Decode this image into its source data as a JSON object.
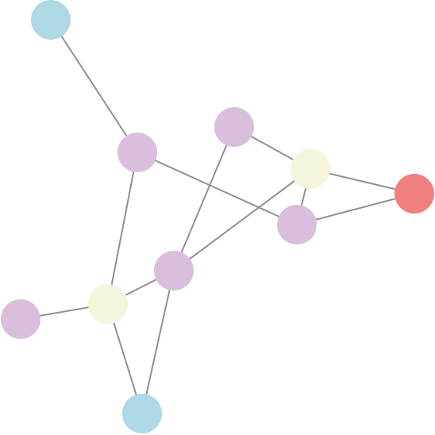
{
  "colors": {
    "edge": "#909090",
    "blue": "#aed8e6",
    "purple": "#d9bfdb",
    "cream": "#f5f5dc",
    "red": "#f08080",
    "background": "#ffffff"
  },
  "nodes": [
    {
      "id": "n1",
      "color": "blue"
    },
    {
      "id": "n2",
      "color": "purple"
    },
    {
      "id": "n3",
      "color": "purple"
    },
    {
      "id": "n4",
      "color": "cream"
    },
    {
      "id": "n5",
      "color": "red"
    },
    {
      "id": "n6",
      "color": "purple"
    },
    {
      "id": "n7",
      "color": "purple"
    },
    {
      "id": "n8",
      "color": "cream"
    },
    {
      "id": "n9",
      "color": "purple"
    },
    {
      "id": "n10",
      "color": "blue"
    }
  ],
  "edges": [
    [
      "n1",
      "n2"
    ],
    [
      "n2",
      "n6"
    ],
    [
      "n2",
      "n8"
    ],
    [
      "n3",
      "n4"
    ],
    [
      "n3",
      "n7"
    ],
    [
      "n4",
      "n5"
    ],
    [
      "n4",
      "n6"
    ],
    [
      "n4",
      "n7"
    ],
    [
      "n5",
      "n6"
    ],
    [
      "n7",
      "n8"
    ],
    [
      "n7",
      "n10"
    ],
    [
      "n8",
      "n9"
    ],
    [
      "n8",
      "n10"
    ]
  ]
}
